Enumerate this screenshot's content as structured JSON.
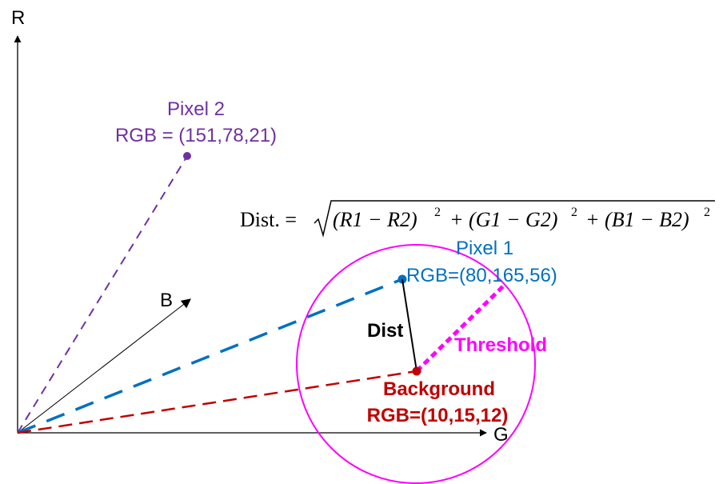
{
  "axes": {
    "r_label": "R",
    "g_label": "G",
    "b_label": "B"
  },
  "pixel2": {
    "title": "Pixel 2",
    "rgb": "RGB = (151,78,21)",
    "color": "#7030a0"
  },
  "pixel1": {
    "title": "Pixel 1",
    "rgb": "RGB=(80,165,56)",
    "color": "#0070c0"
  },
  "background": {
    "title": "Background",
    "rgb": "RGB=(10,15,12)",
    "color": "#c00000"
  },
  "threshold": {
    "label": "Threshold",
    "color": "#ff00ff"
  },
  "dist_label": "Dist",
  "formula": {
    "lhs": "Dist. = ",
    "t1": "(R1 − R2)",
    "t2": "+ (G1 − G2)",
    "t3": "+ (B1 − B2)",
    "exp": "2"
  }
}
